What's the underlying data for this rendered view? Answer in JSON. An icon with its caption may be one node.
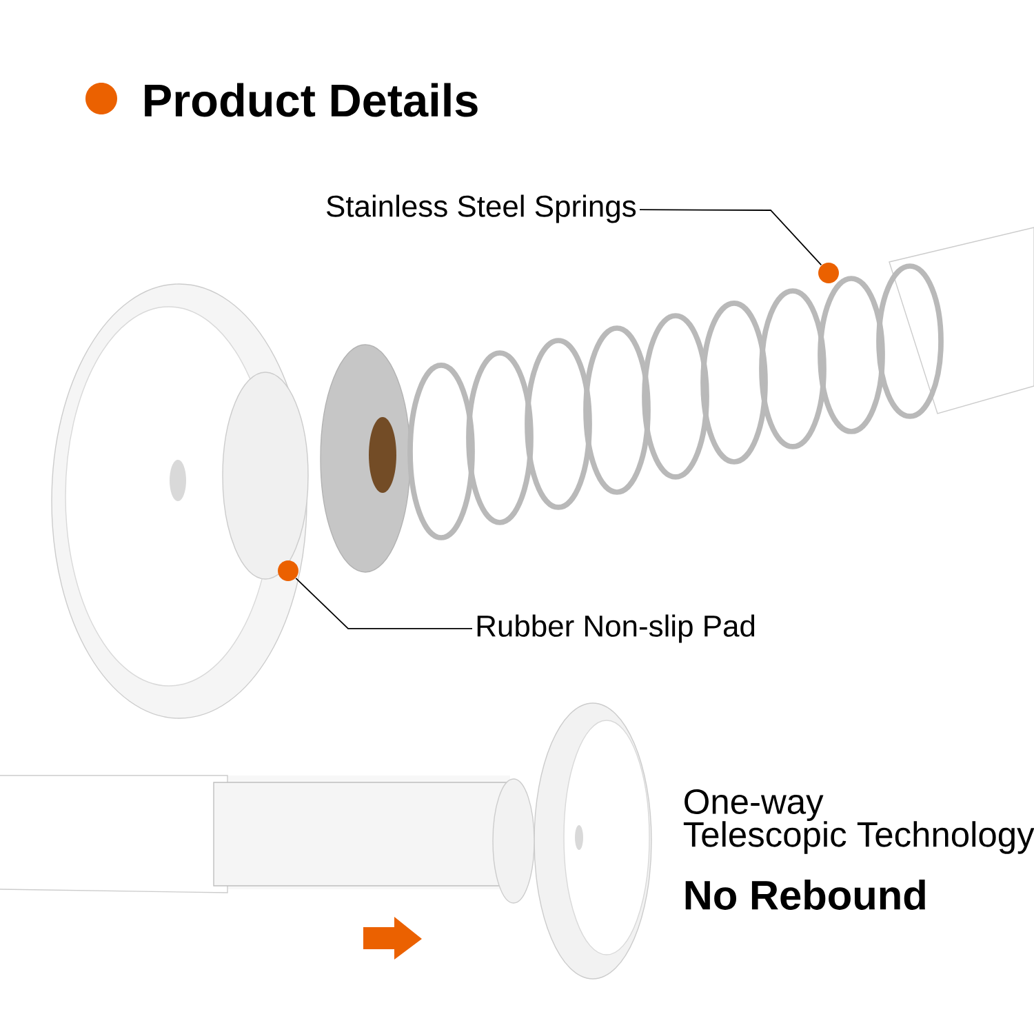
{
  "diagram": {
    "title": "Product Details",
    "nodes": [
      {
        "text": [
          "Stainless Steel Springs"
        ]
      },
      {
        "text": [],
        "shape": "circle"
      },
      {
        "text": [
          "Rubber Non-slip Pad"
        ]
      },
      {
        "text": [],
        "shape": "circle"
      }
    ],
    "edges": [
      {
        "from": 0,
        "to": 1,
        "arrow": "none"
      },
      {
        "from": 2,
        "to": 3,
        "arrow": "none"
      }
    ],
    "labels": [
      "One-way",
      "Telescopic Technology",
      "No Rebound"
    ]
  }
}
